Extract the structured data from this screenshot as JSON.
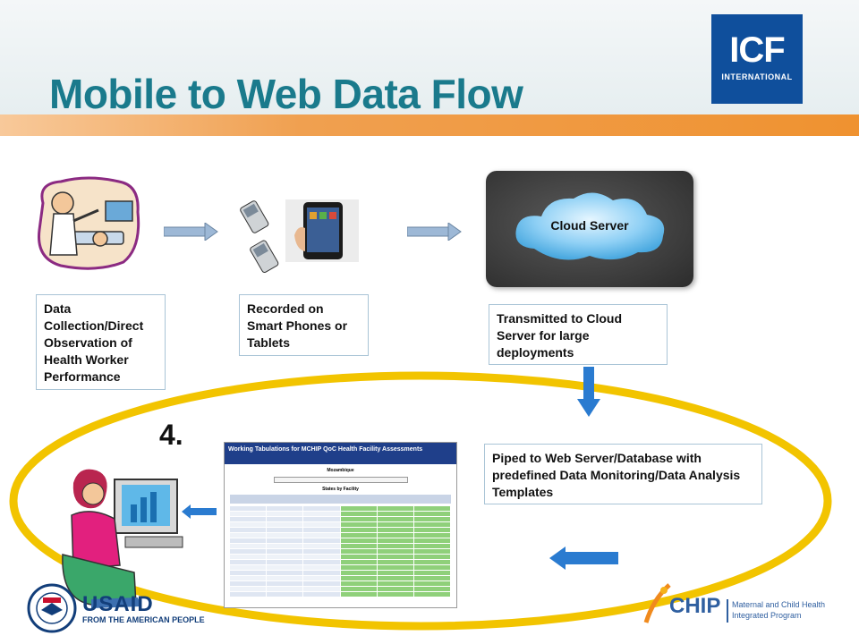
{
  "slide": {
    "title": "Mobile to Web Data Flow"
  },
  "logos": {
    "icf_main": "ICF",
    "icf_sub": "INTERNATIONAL",
    "usaid_main": "USAID",
    "usaid_tagline": "FROM THE AMERICAN PEOPLE",
    "mchip_main": "CHIP",
    "mchip_line1": "Maternal and Child Health",
    "mchip_line2": "Integrated Program"
  },
  "steps": {
    "collection": "Data Collection/Direct Observation of Health Worker Performance",
    "recorded": "Recorded on Smart Phones or Tablets",
    "cloud_label": "Cloud Server",
    "transmitted": "Transmitted to Cloud Server for large deployments",
    "piped": "Piped to Web Server/Database with predefined Data Monitoring/Data Analysis Templates",
    "step_number": "4."
  },
  "web_screenshot": {
    "header": "Working Tabulations for MCHIP QoC Health Facility Assessments",
    "country": "Mozambique",
    "subtitle": "States by Facility"
  },
  "colors": {
    "title": "#1a7a8c",
    "orange_band": "#ef9230",
    "icf_blue": "#0f4f9c",
    "ellipse": "#f2c400",
    "arrow_blue": "#2a7bd0"
  }
}
